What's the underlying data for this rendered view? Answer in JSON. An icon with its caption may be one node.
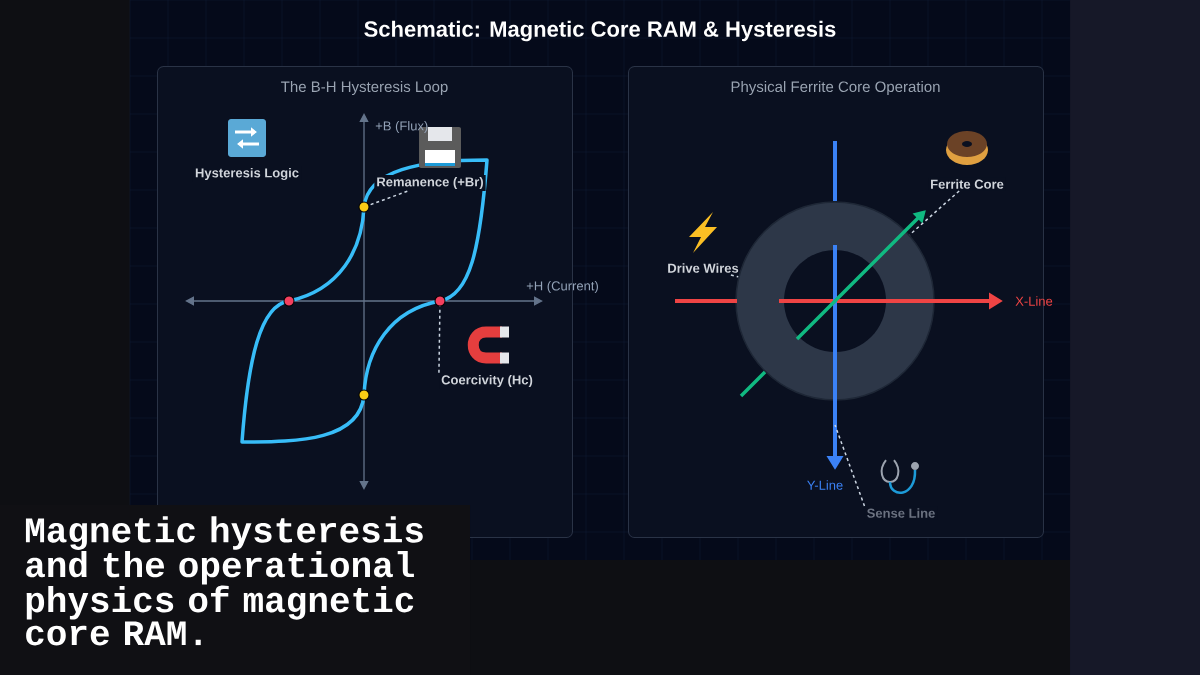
{
  "diagram": {
    "title": "Schematic: Magnetic Core RAM & Hysteresis",
    "caption": "Magnetic hysteresis and the operational physics of magnetic core RAM.",
    "nodes": [
      {
        "text": [
          "The B-H Hysteresis Loop"
        ]
      },
      {
        "text": [
          "Hysteresis Logic"
        ],
        "in": 0
      },
      {
        "text": [
          "Remanence (+Br)"
        ],
        "in": 0
      },
      {
        "text": [
          "Coercivity (Hc)"
        ],
        "in": 0
      },
      {
        "text": [],
        "shape": "circle",
        "in": 0
      },
      {
        "text": [],
        "shape": "circle",
        "in": 0
      },
      {
        "text": [
          "Physical Ferrite Core Operation"
        ]
      },
      {
        "text": [
          "Drive Wires"
        ],
        "in": 6
      },
      {
        "text": [
          "Ferrite Core"
        ],
        "in": 6
      },
      {
        "text": [
          "Sense Line"
        ],
        "in": 6
      },
      {
        "text": [],
        "shape": "circle",
        "in": 6
      }
    ],
    "edges": [
      {
        "from": 2,
        "to": 4,
        "arrow": "none",
        "style": "dashed"
      },
      {
        "from": 3,
        "to": 5,
        "arrow": "none",
        "style": "dashed"
      },
      {
        "from": 7,
        "to": 10,
        "arrow": "none",
        "style": "dashed"
      },
      {
        "from": 8,
        "to": 10,
        "arrow": "none",
        "style": "dashed"
      },
      {
        "from": 9,
        "to": null,
        "arrow": "none",
        "style": "dashed"
      }
    ],
    "labels": [
      "+B (Flux)",
      "+H (Current)",
      "X-Line",
      "Y-Line"
    ]
  }
}
